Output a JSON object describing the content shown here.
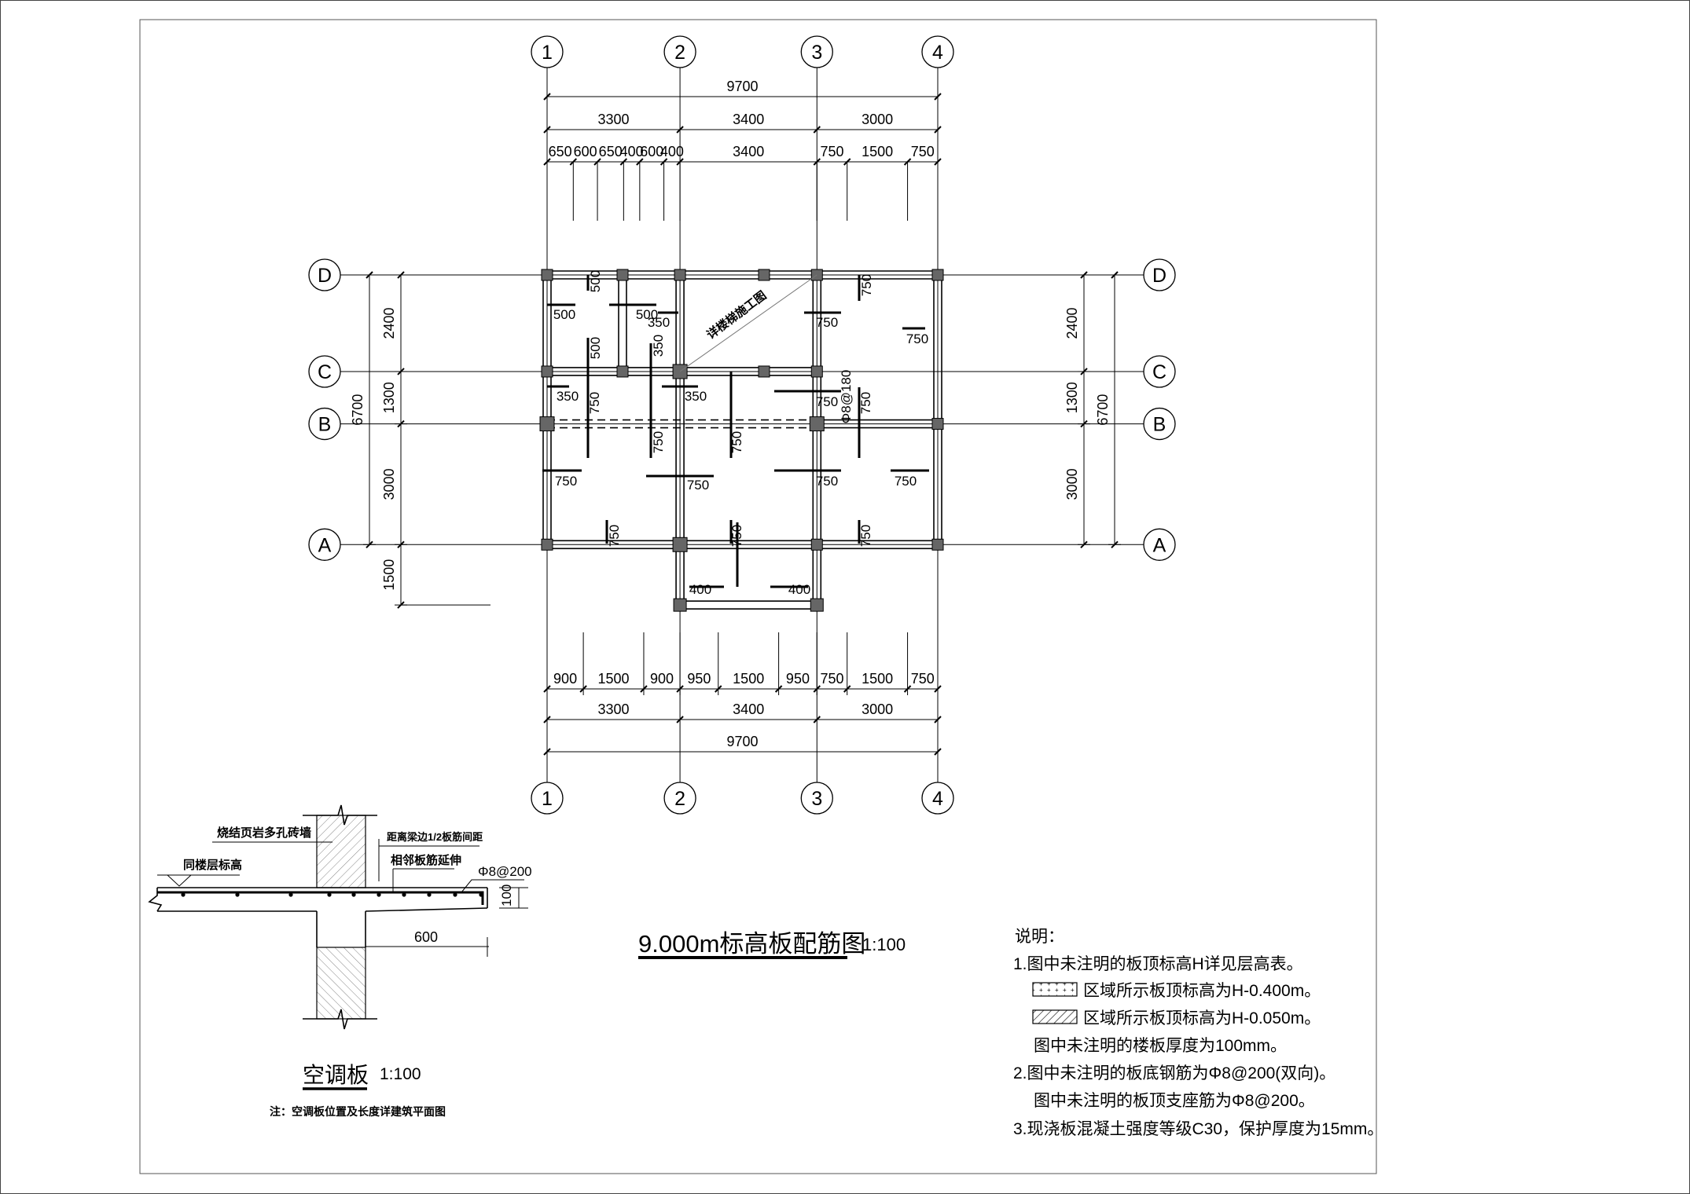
{
  "plan": {
    "grid_x": {
      "labels": [
        "1",
        "2",
        "3",
        "4"
      ],
      "spacings_mm": [
        3300,
        3400,
        3000
      ]
    },
    "grid_y": {
      "labels": [
        "D",
        "C",
        "B",
        "A"
      ],
      "spacings_mm": [
        2400,
        1300,
        3000
      ],
      "extra_bottom_mm": 1500
    },
    "dims_top": {
      "total": "9700",
      "bays": [
        "3300",
        "3400",
        "3000"
      ],
      "detail": [
        "650",
        "600",
        "650",
        "400",
        "600",
        "400",
        "3400",
        "750",
        "1500",
        "750"
      ]
    },
    "dims_bottom": {
      "total": "9700",
      "bays": [
        "3300",
        "3400",
        "3000"
      ],
      "detail": [
        "900",
        "1500",
        "900",
        "950",
        "1500",
        "950",
        "750",
        "1500",
        "750"
      ]
    },
    "dims_left": {
      "total": "6700",
      "chain": [
        "2400",
        "1300",
        "3000",
        "1500"
      ]
    },
    "dims_right": {
      "total": "6700",
      "chain": [
        "2400",
        "1300",
        "3000"
      ]
    },
    "rebar_labels": [
      "500",
      "500",
      "500",
      "350",
      "500",
      "350",
      "750",
      "750",
      "750",
      "350",
      "750",
      "350",
      "750",
      "Φ8@180",
      "750",
      "750",
      "750",
      "750",
      "750",
      "750",
      "750",
      "750",
      "750",
      "750",
      "400",
      "400"
    ],
    "stair_note": "详楼梯施工图",
    "title": "9.000m标高板配筋图",
    "scale": "1:100"
  },
  "detail": {
    "wall_label": "烧结页岩多孔砖墙",
    "level_label": "同楼层标高",
    "distance_label": "距离梁边1/2板筋间距",
    "extend_label": "相邻板筋延伸",
    "rebar_label": "Φ8@200",
    "thickness": "100",
    "cantilever": "600",
    "title": "空调板",
    "scale": "1:100",
    "note": "注：空调板位置及长度详建筑平面图"
  },
  "notes": {
    "heading": "说明：",
    "line1": "1.图中未注明的板顶标高H详见层高表。",
    "line2": "区域所示板顶标高为H-0.400m。",
    "line3": "区域所示板顶标高为H-0.050m。",
    "line4": "图中未注明的楼板厚度为100mm。",
    "line5": "2.图中未注明的板底钢筋为Φ8@200(双向)。",
    "line6": "图中未注明的板顶支座筋为Φ8@200。",
    "line7": "3.现浇板混凝土强度等级C30，保护厚度为15mm。"
  }
}
